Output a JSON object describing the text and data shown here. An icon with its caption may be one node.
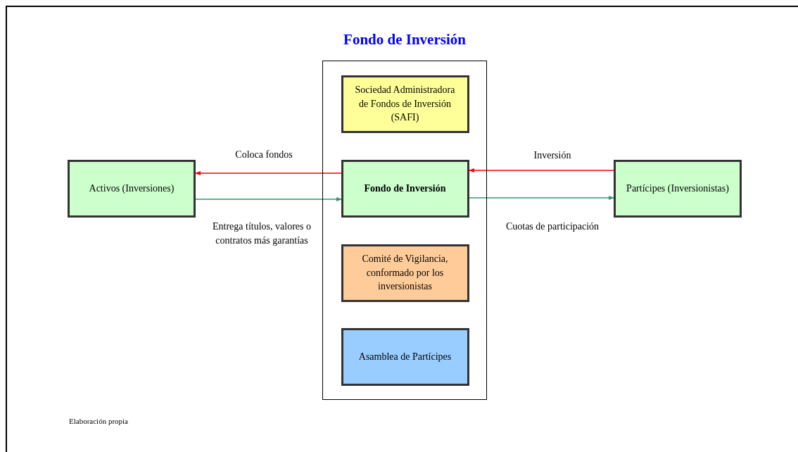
{
  "diagram": {
    "title": "Fondo de Inversión",
    "nodes": [
      {
        "text": [],
        "shape": "box"
      },
      {
        "text": [
          "Sociedad Administradora de Fondos de Inversión (SAFI)"
        ],
        "in": 0
      },
      {
        "text": [
          "Activos (Inversiones)"
        ]
      },
      {
        "text": [
          "Fondo de Inversión"
        ],
        "in": 0
      },
      {
        "text": [
          "Partícipes (Inversionistas)"
        ]
      },
      {
        "text": [
          "Comité de Vigilancia, conformado por los inversionistas"
        ],
        "in": 0
      },
      {
        "text": [
          "Asamblea de Partícipes"
        ],
        "in": 0
      }
    ],
    "edges": [
      {
        "from": 3,
        "to": 2,
        "arrow": "to",
        "label": "Coloca fondos",
        "color": "#ff0000"
      },
      {
        "from": 2,
        "to": 3,
        "arrow": "to",
        "label": "Entrega títulos, valores o contratos más garantías",
        "color": "#339966"
      },
      {
        "from": 4,
        "to": 3,
        "arrow": "to",
        "label": "Inversión",
        "color": "#ff0000"
      },
      {
        "from": 3,
        "to": 4,
        "arrow": "to",
        "label": "Cuotas de participación",
        "color": "#339966"
      }
    ],
    "labels": [
      "Elaboración propia"
    ]
  }
}
